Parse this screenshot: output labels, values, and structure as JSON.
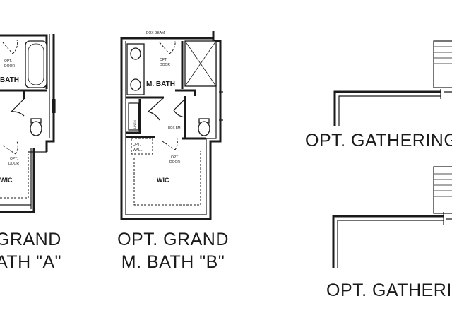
{
  "plan_a": {
    "room_label": "BATH",
    "wic_label": "WIC",
    "opt_door_label_line1": "OPT.",
    "opt_door_label_line2": "DOOR",
    "opt_door2_line1": "OPT.",
    "opt_door2_line2": "DOOR",
    "caption_line1": "GRAND",
    "caption_line2": "ATH \"A\""
  },
  "plan_b": {
    "top_note": "BOX BEAM",
    "room_label": "M. BATH",
    "wic_label": "WIC",
    "opt_door_label_line1": "OPT.",
    "opt_door_label_line2": "DOOR",
    "box_beam_label": "BOX BM",
    "opt_door2_line1": "OPT.",
    "opt_door2_line2": "DOOR",
    "linen_label": "LINEN",
    "opt_wall_line1": "OPT.",
    "opt_wall_line2": "WALL",
    "caption_line1": "OPT. GRAND",
    "caption_line2": "M. BATH \"B\""
  },
  "gathering_1": {
    "caption": "OPT. GATHERING"
  },
  "gathering_2": {
    "caption": "OPT. GATHERIN"
  }
}
